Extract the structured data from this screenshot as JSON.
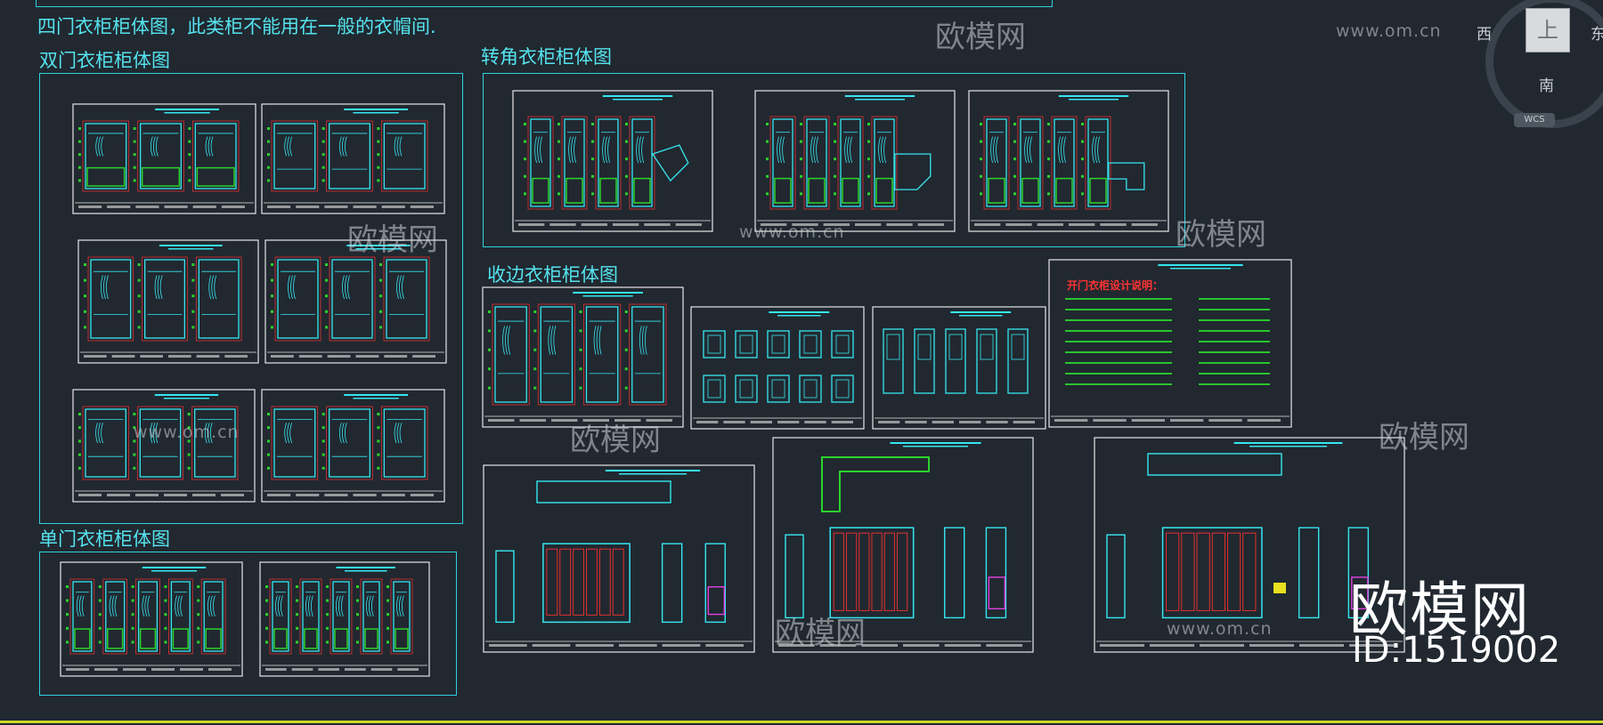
{
  "header_note": "四门衣柜柜体图，此类柜不能用在一般的衣帽间.",
  "sections": {
    "double_door": "双门衣柜柜体图",
    "corner": "转角衣柜柜体图",
    "edge": "收边衣柜柜体图",
    "single_door": "单门衣柜柜体图"
  },
  "design_note_title": "开门衣柜设计说明：",
  "viewcube": {
    "top_face": "上",
    "west": "西",
    "east": "东",
    "south": "南",
    "coordinate_system": "WCS"
  },
  "watermark": {
    "brand": "欧模网",
    "url": "www.om.cn",
    "big_text": "欧模网",
    "id_text": "ID:1519002"
  },
  "colors": {
    "background": "#212830",
    "frame_cyan": "#2fd3df",
    "sheet_white": "#e6e6e6",
    "drawing_cyan": "#36e6f0",
    "drawing_green": "#2bd42b",
    "drawing_red": "#e23030",
    "drawing_magenta": "#e040e0",
    "drawing_yellow": "#e8e020",
    "bottom_line": "#c9d92a"
  }
}
